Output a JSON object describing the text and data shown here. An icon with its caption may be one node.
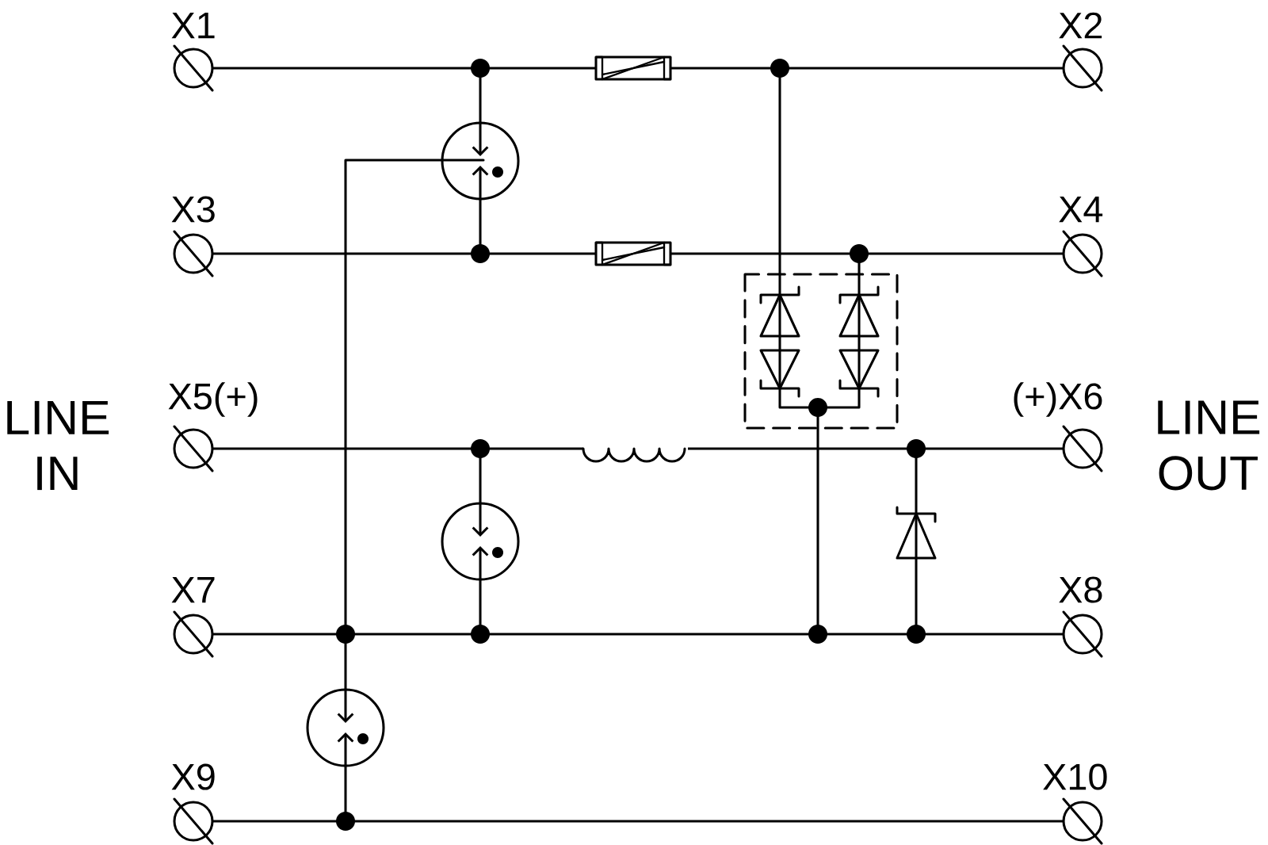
{
  "diagram": {
    "labels": [
      "X1",
      "X2",
      "X3",
      "X4",
      "LINE IN",
      "X5(+)",
      "(+)X6",
      "LINE OUT",
      "X7",
      "X8",
      "X9",
      "X10"
    ]
  }
}
